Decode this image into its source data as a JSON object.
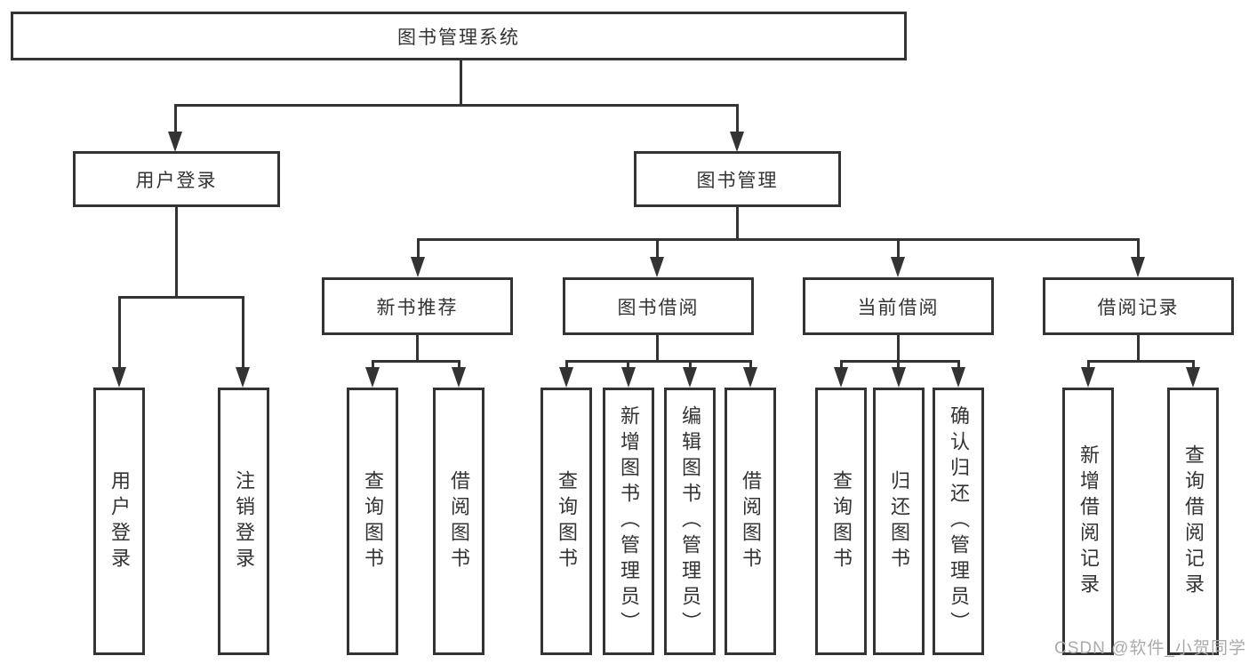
{
  "diagram_type": "hierarchy-tree",
  "colors": {
    "line": "#333333",
    "box_border": "#333333",
    "box_fill": "#ffffff",
    "text": "#333333",
    "watermark": "#aaaaaa",
    "background": "#ffffff"
  },
  "tree": {
    "label": "图书管理系统",
    "children": [
      {
        "label": "用户登录",
        "children": [
          {
            "label": "用户登录"
          },
          {
            "label": "注销登录"
          }
        ]
      },
      {
        "label": "图书管理",
        "children": [
          {
            "label": "新书推荐",
            "children": [
              {
                "label": "查询图书"
              },
              {
                "label": "借阅图书"
              }
            ]
          },
          {
            "label": "图书借阅",
            "children": [
              {
                "label": "查询图书"
              },
              {
                "label": "新增图书（管理员）"
              },
              {
                "label": "编辑图书（管理员）"
              },
              {
                "label": "借阅图书"
              }
            ]
          },
          {
            "label": "当前借阅",
            "children": [
              {
                "label": "查询图书"
              },
              {
                "label": "归还图书"
              },
              {
                "label": "确认归还（管理员）"
              }
            ]
          },
          {
            "label": "借阅记录",
            "children": [
              {
                "label": "新增借阅记录"
              },
              {
                "label": "查询借阅记录"
              }
            ]
          }
        ]
      }
    ]
  },
  "watermark": {
    "text": "CSDN @软件_小贺同学"
  }
}
